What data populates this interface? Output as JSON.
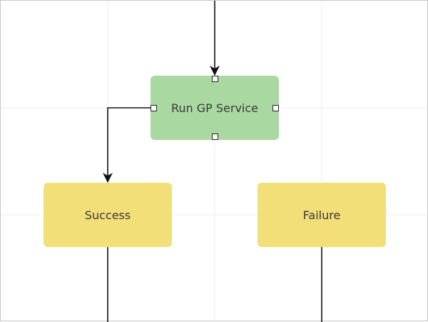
{
  "diagram": {
    "nodes": {
      "run_gp_service": {
        "label": "Run GP Service",
        "color": "#a9d9a1"
      },
      "success": {
        "label": "Success",
        "color": "#f2df78"
      },
      "failure": {
        "label": "Failure",
        "color": "#f2df78"
      }
    },
    "connector_color": "#111111",
    "grid_color": "#ececec"
  }
}
